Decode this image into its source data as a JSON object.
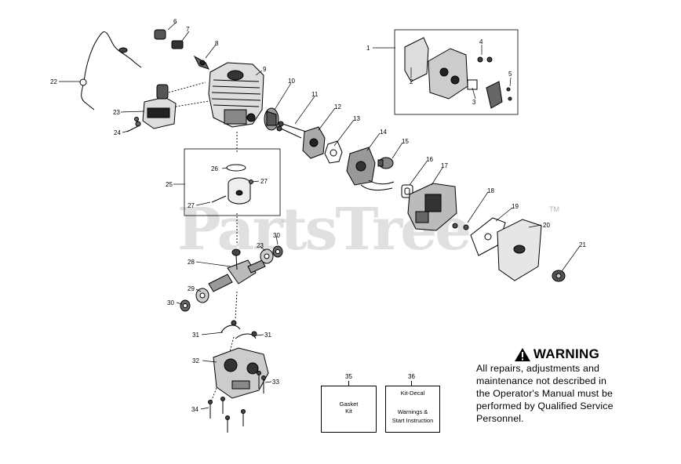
{
  "watermark": {
    "text": "PartsTree",
    "trademark": "TM"
  },
  "callouts": [
    "1",
    "2",
    "3",
    "4",
    "5",
    "6",
    "7",
    "8",
    "9",
    "10",
    "11",
    "12",
    "13",
    "14",
    "15",
    "16",
    "17",
    "18",
    "19",
    "20",
    "21",
    "22",
    "23",
    "24",
    "25",
    "26",
    "27",
    "27",
    "28",
    "29",
    "23",
    "30",
    "30",
    "31",
    "31",
    "32",
    "33",
    "34"
  ],
  "warning": {
    "title": "WARNING",
    "lines": [
      "All repairs, adjustments and",
      "maintenance not described in",
      "the Operator's Manual must be",
      "performed by Qualified Service",
      "Personnel."
    ]
  },
  "kits": [
    {
      "number": "35",
      "lines": [
        "Gasket",
        "Kit"
      ]
    },
    {
      "number": "36",
      "lines": [
        "Kit-Decal",
        "Warnings &",
        "Start Instruction"
      ]
    }
  ]
}
